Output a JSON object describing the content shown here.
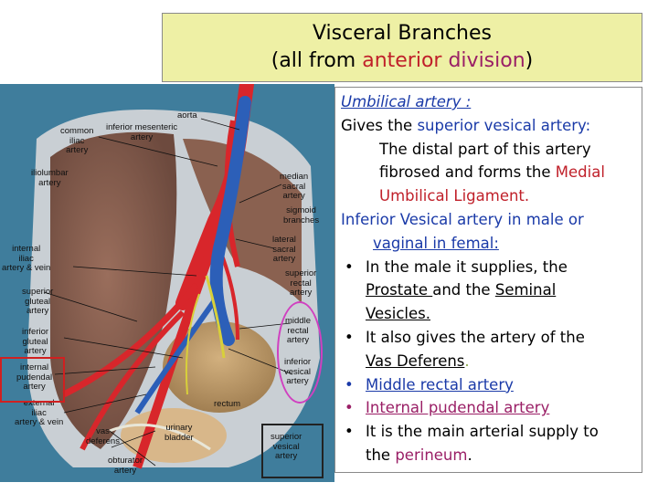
{
  "title": {
    "line1": "Visceral Branches",
    "line2_pre": "(all from ",
    "line2_anterior": "anterior",
    "line2_space": " ",
    "line2_division": "division",
    "line2_post": ")"
  },
  "figure": {
    "labels": {
      "aorta": "aorta",
      "common_iliac": [
        "common",
        "iliac",
        "artery"
      ],
      "inferior_mesenteric": [
        "inferior mesenteric",
        "artery"
      ],
      "iliolumbar": [
        "iliolumbar",
        "artery"
      ],
      "median_sacral": [
        "median",
        "sacral",
        "artery"
      ],
      "sigmoid": [
        "sigmoid",
        "branches"
      ],
      "internal_iliac": [
        "internal",
        "iliac",
        "artery & vein"
      ],
      "lateral_sacral": [
        "lateral",
        "sacral",
        "artery"
      ],
      "superior_rectal": [
        "superior",
        "rectal",
        "artery"
      ],
      "superior_gluteal": [
        "superior",
        "gluteal",
        "artery"
      ],
      "middle_rectal": [
        "middle",
        "rectal",
        "artery"
      ],
      "inferior_gluteal": [
        "inferior",
        "gluteal",
        "artery"
      ],
      "internal_pudendal": [
        "internal",
        "pudendal",
        "artery"
      ],
      "inferior_vesical": [
        "inferior",
        "vesical",
        "artery"
      ],
      "external_iliac": [
        "external",
        "iliac",
        "artery & vein"
      ],
      "rectum": "rectum",
      "vas_deferens": [
        "vas",
        "deferens"
      ],
      "urinary_bladder": [
        "urinary",
        "bladder"
      ],
      "superior_vesical": [
        "superior",
        "vesical",
        "artery"
      ],
      "obturator": [
        "obturator",
        "artery"
      ]
    }
  },
  "content": {
    "umbilical_heading": "Umbilical artery :",
    "gives_pre": "Gives the ",
    "gives_link": "superior vesical artery:",
    "distal_1": "The distal part of this artery",
    "distal_2_pre": "fibrosed and forms the ",
    "distal_2_medial": "Medial",
    "distal_3": "Umbilical Ligament.",
    "inferior_1": "Inferior Vesical artery in male or",
    "inferior_2": "vaginal in femal:",
    "b1_1": "In the male it supplies, the",
    "b1_prostate": "Prostate ",
    "b1_and": "and the ",
    "b1_seminal": "Seminal",
    "b1_vesicles": "Vesicles.",
    "b2_1": "It also gives the artery of the",
    "b2_vas": "Vas Deferens",
    "b2_dot": ".",
    "b3": "Middle rectal artery",
    "b4": "Internal pudendal artery",
    "b5_1": "It is the main arterial supply to",
    "b5_2_pre": "the ",
    "b5_2_perineum": "perineum",
    "b5_2_dot": "."
  }
}
